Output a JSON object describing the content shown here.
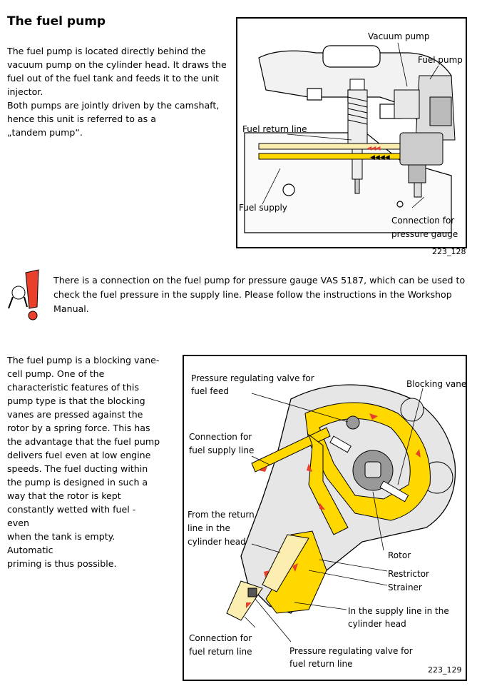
{
  "page": {
    "title": "The fuel pump",
    "intro_lines": [
      "The fuel pump is located directly behind the",
      "vacuum pump on the cylinder head. It draws the",
      "fuel out of the fuel tank and feeds it to the unit",
      "injector.",
      "Both pumps are jointly driven by the camshaft,",
      "hence this unit is referred to as a",
      "„tandem pump“."
    ],
    "note_lines": [
      "There is a connection on the fuel pump for pressure gauge VAS 5187, which can be used to",
      "check the fuel pressure in the supply line. Please follow the instructions in the Workshop",
      "Manual."
    ],
    "desc_lines": [
      "The fuel pump is a blocking vane-",
      "cell pump. One of the",
      "characteristic features of this",
      "pump type is that the blocking",
      "vanes are pressed against the",
      "rotor by a spring force. This has",
      "the advantage that the fuel pump",
      "delivers fuel even at low engine",
      "speeds. The fuel ducting within",
      "the pump is designed in such a",
      "way that the rotor is kept",
      "constantly wetted with fuel - even",
      "when the tank is empty. Automatic",
      "priming is thus possible."
    ]
  },
  "figure1": {
    "caption": "223_128",
    "labels": {
      "vacuum_pump": "Vacuum pump",
      "fuel_pump": "Fuel pump",
      "fuel_return_line": "Fuel return line",
      "fuel_supply": "Fuel supply",
      "connection_l1": "Connection for",
      "connection_l2": "pressure gauge"
    }
  },
  "figure2": {
    "caption": "223_129",
    "labels": {
      "prv_feed_l1": "Pressure regulating valve for",
      "prv_feed_l2": "fuel feed",
      "blocking_vane": "Blocking vane",
      "conn_supply_l1": "Connection for",
      "conn_supply_l2": "fuel supply line",
      "from_return_l1": "From the return",
      "from_return_l2": "line in the",
      "from_return_l3": "cylinder head",
      "rotor": "Rotor",
      "restrictor": "Restrictor",
      "strainer": "Strainer",
      "in_supply_l1": "In the supply line in the",
      "in_supply_l2": "cylinder head",
      "conn_return_l1": "Connection for",
      "conn_return_l2": "fuel return line",
      "prv_return_l1": "Pressure regulating valve for",
      "prv_return_l2": "fuel return line"
    }
  },
  "colors": {
    "fuel_yellow": "#ffd800",
    "return_pale": "#fbeeb0",
    "arrow_red": "#e8402a",
    "body_grey": "#e6e6e6"
  }
}
